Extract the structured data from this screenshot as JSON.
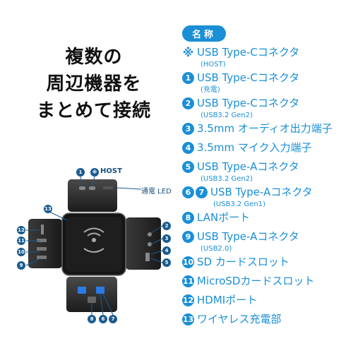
{
  "headline": [
    "複数の",
    "周辺機器を",
    "まとめて接続"
  ],
  "legend": {
    "title": "名称",
    "items": [
      {
        "marker": "※",
        "label": "USB Type-Cコネクタ",
        "sub": "(HOST)"
      },
      {
        "marker": "1",
        "label": "USB Type-Cコネクタ",
        "sub": "(充電)"
      },
      {
        "marker": "2",
        "label": "USB Type-Cコネクタ",
        "sub": "(USB3.2 Gen2)"
      },
      {
        "marker": "3",
        "label": "3.5mm オーディオ出力端子",
        "sub": ""
      },
      {
        "marker": "4",
        "label": "3.5mm マイク入力端子",
        "sub": ""
      },
      {
        "marker": "5",
        "label": "USB Type-Aコネクタ",
        "sub": "(USB3.2 Gen2)"
      },
      {
        "marker": "6",
        "marker2": "7",
        "label": "USB Type-Aコネクタ",
        "sub": "(USB3.2 Gen1)"
      },
      {
        "marker": "8",
        "label": "LANポート",
        "sub": ""
      },
      {
        "marker": "9",
        "label": "USB Type-Aコネクタ",
        "sub": "(USB2.0)"
      },
      {
        "marker": "10",
        "label": "SD カードスロット",
        "sub": ""
      },
      {
        "marker": "11",
        "label": "MicroSDカードスロット",
        "sub": ""
      },
      {
        "marker": "12",
        "label": "HDMIポート",
        "sub": ""
      },
      {
        "marker": "13",
        "label": "ワイヤレス充電部",
        "sub": ""
      }
    ]
  },
  "diagram": {
    "host_label": "HOST",
    "led_label": "通電 LED",
    "callouts": [
      "1",
      "※",
      "13",
      "12",
      "11",
      "10",
      "9",
      "2",
      "3",
      "4",
      "5",
      "8",
      "6",
      "7"
    ]
  },
  "colors": {
    "accent": "#1a8fd6",
    "callout": "#1a5b8f",
    "device": "#2b2b2b"
  }
}
